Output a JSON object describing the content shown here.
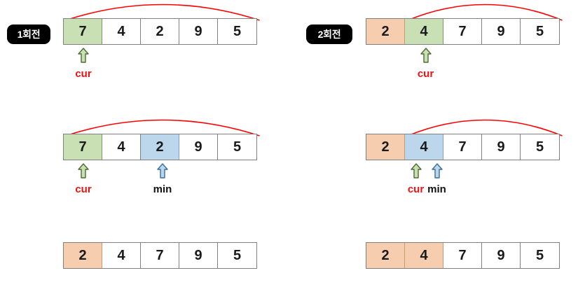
{
  "theme": {
    "green_fill": "#c9dfb4",
    "green_stroke": "#7a9a5e",
    "blue_fill": "#bcd6ec",
    "blue_stroke": "#7ba3c4",
    "orange_fill": "#f6cdae",
    "orange_stroke": "#c99a72",
    "cell_stroke": "#808080",
    "arc_color": "#ff0000",
    "badge_bg": "#000000",
    "badge_fg": "#ffffff",
    "cur_label_color": "#ee1111",
    "min_label_color": "#111111"
  },
  "labels": {
    "cur": "cur",
    "min": "min"
  },
  "panels": [
    {
      "id": "pass-1",
      "badge": "1회전",
      "rows": [
        {
          "id": "pass1-step1",
          "values": [
            "7",
            "4",
            "2",
            "9",
            "5"
          ],
          "states": [
            "green",
            "none",
            "none",
            "none",
            "none"
          ],
          "arc": {
            "from": 0,
            "to": 4
          },
          "pointers": [
            {
              "name": "cur",
              "label": "cur",
              "index": 0,
              "color": "green",
              "label_color": "red"
            }
          ]
        },
        {
          "id": "pass1-step2",
          "values": [
            "7",
            "4",
            "2",
            "9",
            "5"
          ],
          "states": [
            "green",
            "none",
            "blue",
            "none",
            "none"
          ],
          "arc": {
            "from": 0,
            "to": 4
          },
          "pointers": [
            {
              "name": "cur",
              "label": "cur",
              "index": 0,
              "color": "green",
              "label_color": "red"
            },
            {
              "name": "min",
              "label": "min",
              "index": 2,
              "color": "blue",
              "label_color": "black"
            }
          ]
        },
        {
          "id": "pass1-step3",
          "values": [
            "2",
            "4",
            "7",
            "9",
            "5"
          ],
          "states": [
            "orange",
            "none",
            "none",
            "none",
            "none"
          ],
          "arc": null,
          "pointers": []
        }
      ]
    },
    {
      "id": "pass-2",
      "badge": "2회전",
      "rows": [
        {
          "id": "pass2-step1",
          "values": [
            "2",
            "4",
            "7",
            "9",
            "5"
          ],
          "states": [
            "orange",
            "green",
            "none",
            "none",
            "none"
          ],
          "arc": {
            "from": 1,
            "to": 4
          },
          "pointers": [
            {
              "name": "cur",
              "label": "cur",
              "index": 1,
              "color": "green",
              "label_color": "red"
            }
          ]
        },
        {
          "id": "pass2-step2",
          "values": [
            "2",
            "4",
            "7",
            "9",
            "5"
          ],
          "states": [
            "orange",
            "blue",
            "none",
            "none",
            "none"
          ],
          "arc": {
            "from": 1,
            "to": 4
          },
          "pointers": [
            {
              "name": "cur",
              "label": "cur",
              "index": 1,
              "color": "green",
              "label_color": "red",
              "offset": -14
            },
            {
              "name": "min",
              "label": "min",
              "index": 1,
              "color": "blue",
              "label_color": "black",
              "offset": 16
            }
          ]
        },
        {
          "id": "pass2-step3",
          "values": [
            "2",
            "4",
            "7",
            "9",
            "5"
          ],
          "states": [
            "orange",
            "orange",
            "none",
            "none",
            "none"
          ],
          "arc": null,
          "pointers": []
        }
      ]
    }
  ]
}
